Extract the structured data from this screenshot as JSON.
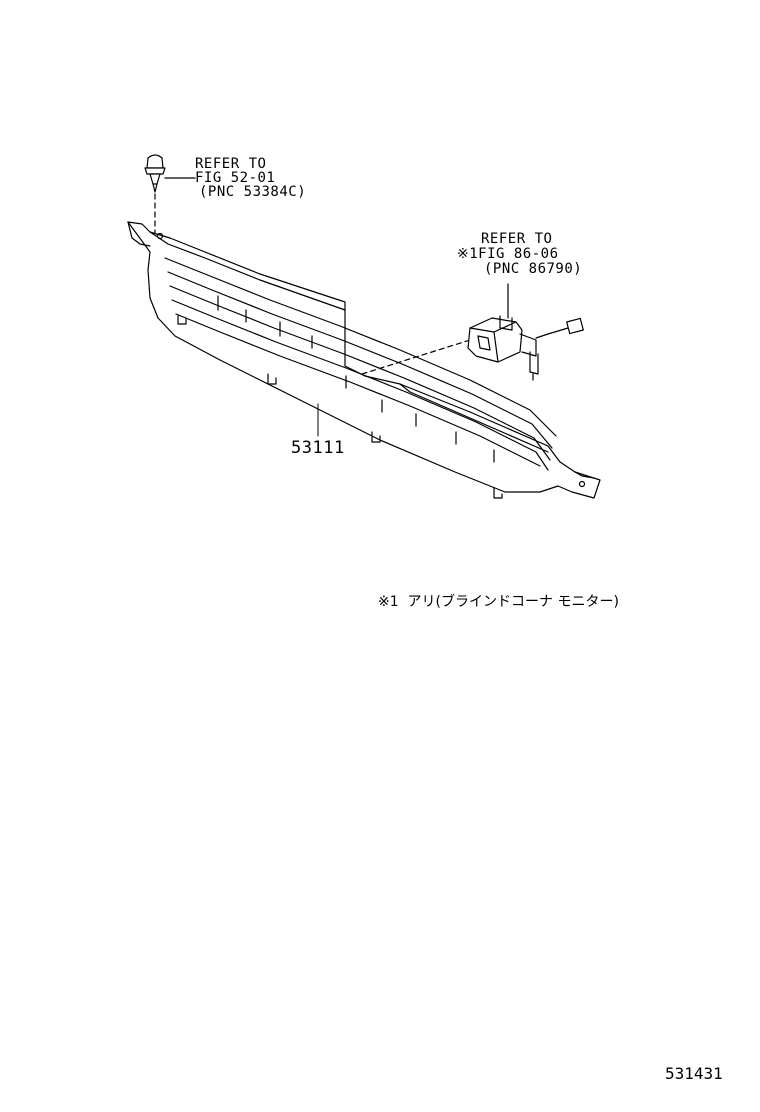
{
  "clip_ref": {
    "line1": "REFER TO",
    "line2": "FIG 52-01",
    "line3": "(PNC 53384C)"
  },
  "sensor_ref": {
    "line1": "REFER TO",
    "line2": "※1FIG 86-06",
    "line3": "(PNC 86790)"
  },
  "part_number": "53111",
  "footnote": "※1  アリ(ブラインドコーナ モニター)",
  "figure_number": "531431"
}
